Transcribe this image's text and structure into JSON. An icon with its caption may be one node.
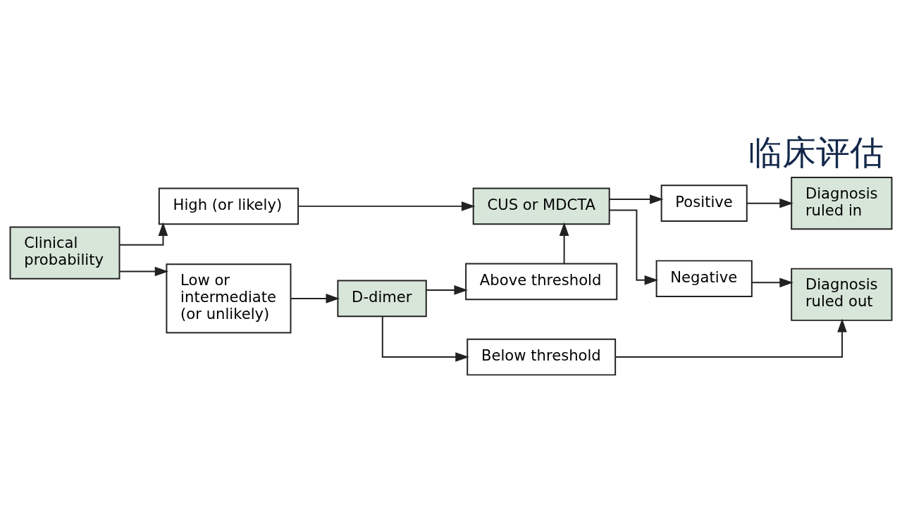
{
  "diagram": {
    "title": "临床评估",
    "nodes": [
      {
        "text": [
          "Clinical probability"
        ]
      },
      {
        "text": [
          "High (or likely)"
        ]
      },
      {
        "text": [
          "Low or intermediate (or unlikely)"
        ]
      },
      {
        "text": [
          "D-dimer"
        ]
      },
      {
        "text": [
          "CUS or MDCTA"
        ]
      },
      {
        "text": [
          "Above threshold"
        ]
      },
      {
        "text": [
          "Below threshold"
        ]
      },
      {
        "text": [
          "Positive"
        ]
      },
      {
        "text": [
          "Negative"
        ]
      },
      {
        "text": [
          "Diagnosis ruled in"
        ]
      },
      {
        "text": [
          "Diagnosis ruled out"
        ]
      }
    ],
    "edges": [
      {
        "from": 0,
        "to": 1,
        "arrow": "to"
      },
      {
        "from": 0,
        "to": 2,
        "arrow": "to"
      },
      {
        "from": 1,
        "to": 4,
        "arrow": "to"
      },
      {
        "from": 2,
        "to": 3,
        "arrow": "to"
      },
      {
        "from": 3,
        "to": 5,
        "arrow": "to"
      },
      {
        "from": 3,
        "to": 6,
        "arrow": "to"
      },
      {
        "from": 5,
        "to": 4,
        "arrow": "to"
      },
      {
        "from": 4,
        "to": 7,
        "arrow": "to"
      },
      {
        "from": 4,
        "to": 8,
        "arrow": "to"
      },
      {
        "from": 7,
        "to": 9,
        "arrow": "to"
      },
      {
        "from": 8,
        "to": 10,
        "arrow": "to"
      },
      {
        "from": 6,
        "to": 10,
        "arrow": "to"
      }
    ]
  }
}
